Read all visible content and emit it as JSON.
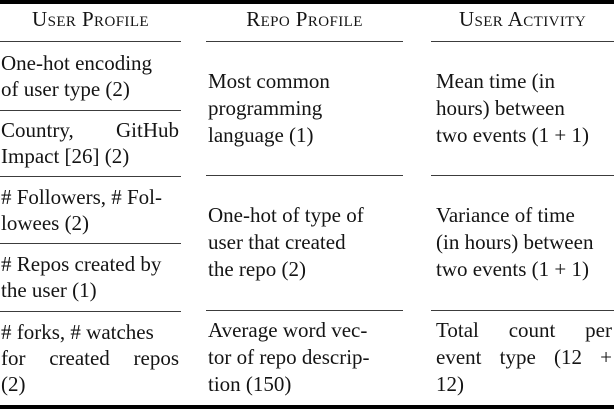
{
  "table": {
    "colors": {
      "background": "#ffffff",
      "text": "#141414",
      "rule_heavy": "#000000",
      "rule_light": "#3c3c3c"
    },
    "columns": [
      {
        "header": "User Profile",
        "cells": [
          {
            "lines": [
              "One-hot encoding",
              "of user type (2)"
            ]
          },
          {
            "lines": [
              "Country, GitHub",
              "Impact [26] (2)"
            ]
          },
          {
            "lines": [
              "# Followers, # Fol-",
              "lowees (2)"
            ]
          },
          {
            "lines": [
              "# Repos created by",
              "the user (1)"
            ]
          },
          {
            "lines": [
              "# forks, # watches",
              "for created repos",
              "(2)"
            ]
          }
        ]
      },
      {
        "header": "Repo Profile",
        "cells": [
          {
            "lines": [
              "Most common",
              "programming",
              "language (1)"
            ]
          },
          {
            "lines": [
              "One-hot of type of",
              "user that created",
              "the repo (2)"
            ]
          },
          {
            "lines": [
              "Average word vec-",
              "tor of repo descrip-",
              "tion (150)"
            ]
          }
        ]
      },
      {
        "header": "User Activity",
        "cells": [
          {
            "lines": [
              "Mean time (in",
              "hours) between",
              "two events (1 + 1)"
            ]
          },
          {
            "lines": [
              "Variance of time",
              "(in hours) between",
              "two events (1 + 1)"
            ]
          },
          {
            "lines": [
              "Total count per",
              "event type (12 +",
              "12)"
            ]
          }
        ]
      }
    ]
  }
}
